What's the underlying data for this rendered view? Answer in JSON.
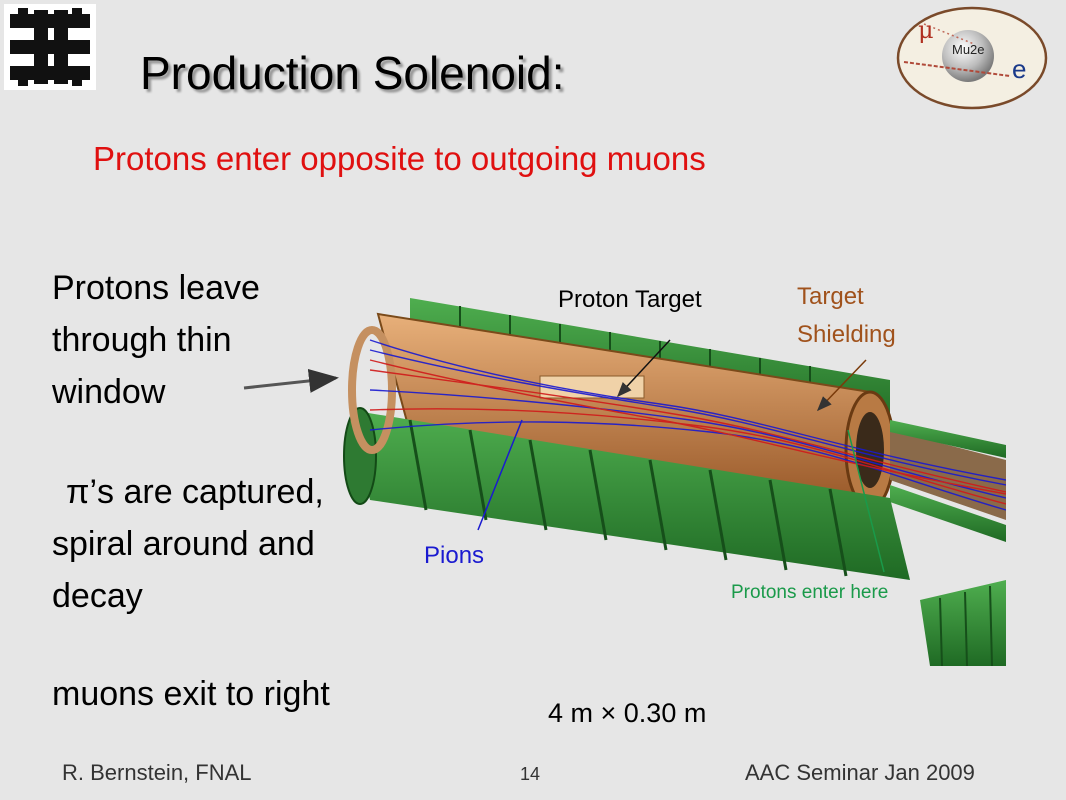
{
  "slide": {
    "title": "Production Solenoid:",
    "subtitle": "Protons enter opposite to outgoing muons",
    "bullets": [
      {
        "lines": [
          "Protons leave",
          "through thin",
          "window"
        ]
      },
      {
        "lines": [
          "π’s are captured,",
          "spiral around and",
          "decay"
        ]
      },
      {
        "lines": [
          "muons exit to right"
        ]
      }
    ],
    "figure_labels": {
      "proton_target": "Proton Target",
      "target_shielding": [
        "Target",
        "Shielding"
      ],
      "pions": "Pions",
      "protons_enter": "Protons enter here"
    },
    "dimensions": "4 m × 0.30 m",
    "footer": {
      "author": "R. Bernstein, FNAL",
      "page": "14",
      "event": "AAC Seminar Jan 2009"
    },
    "logo_text": {
      "mu": "μ",
      "ring": "Mu2e",
      "e": "e"
    }
  },
  "colors": {
    "background": "#e6e6e6",
    "subtitle": "#e01010",
    "target_shielding": "#a0521c",
    "pions": "#1a1ad0",
    "protons_enter": "#1a9a4a",
    "coils": "#2e8a35"
  }
}
